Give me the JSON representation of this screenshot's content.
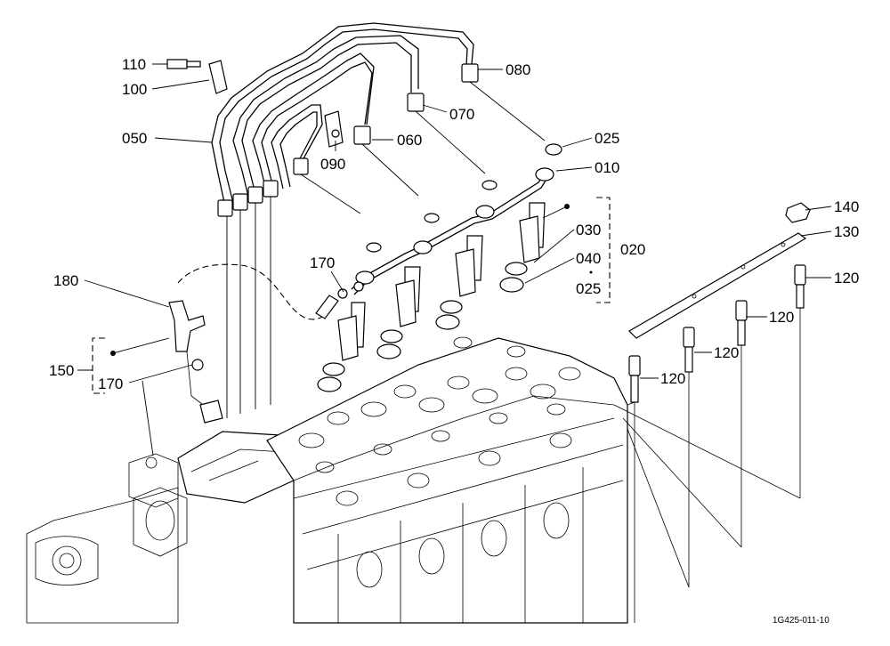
{
  "diagram": {
    "callouts": {
      "c110": "110",
      "c100": "100",
      "c050": "050",
      "c090": "090",
      "c060": "060",
      "c070": "070",
      "c080": "080",
      "c025a": "025",
      "c010": "010",
      "c030": "030",
      "c040": "040",
      "c025b": "025",
      "c020": "020",
      "c140": "140",
      "c130": "130",
      "c120a": "120",
      "c120b": "120",
      "c120c": "120",
      "c120d": "120",
      "c170a": "170",
      "c180": "180",
      "c150": "150",
      "c170b": "170"
    },
    "reference_code": "1G425-011-10"
  }
}
